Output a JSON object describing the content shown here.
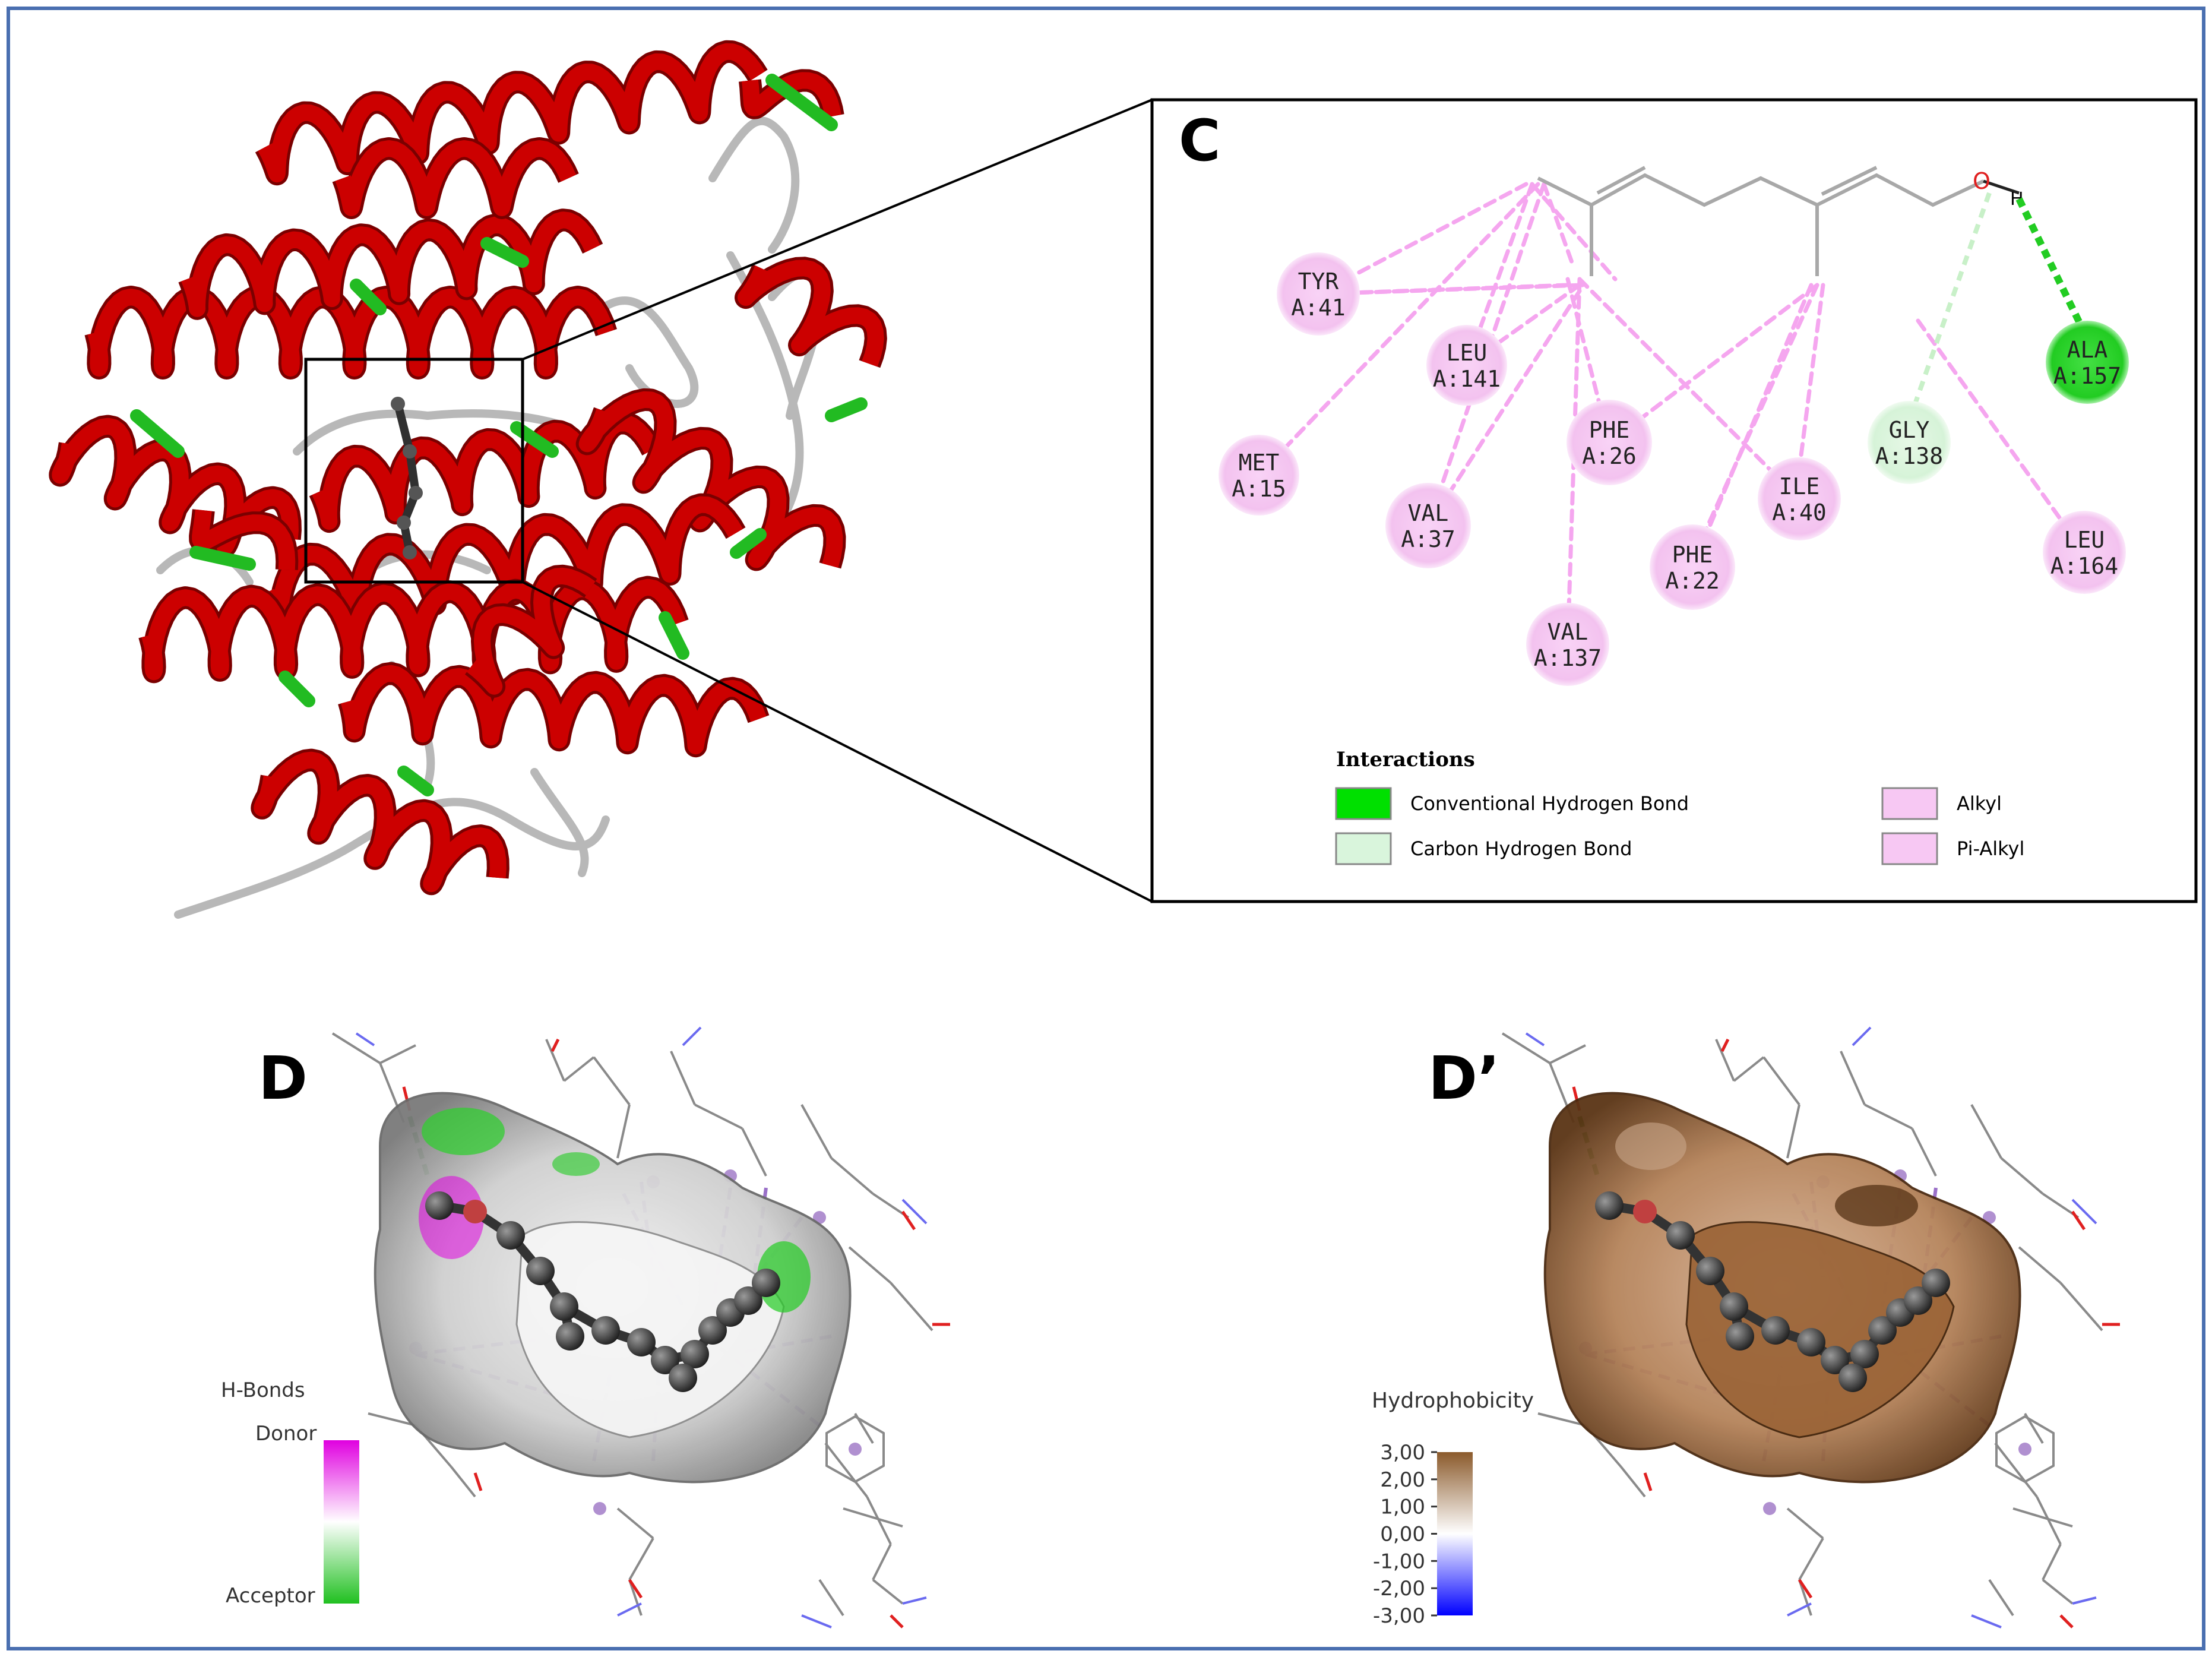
{
  "panels": {
    "c_label": "C",
    "d_label": "D",
    "dprime_label": "D’"
  },
  "residues": [
    {
      "id": "tyr41",
      "name": "TYR",
      "pos": "A:41",
      "kind": "alkyl"
    },
    {
      "id": "leu141",
      "name": "LEU",
      "pos": "A:141",
      "kind": "alkyl"
    },
    {
      "id": "met15",
      "name": "MET",
      "pos": "A:15",
      "kind": "alkyl"
    },
    {
      "id": "val37",
      "name": "VAL",
      "pos": "A:37",
      "kind": "alkyl"
    },
    {
      "id": "phe26",
      "name": "PHE",
      "pos": "A:26",
      "kind": "alkyl"
    },
    {
      "id": "val137",
      "name": "VAL",
      "pos": "A:137",
      "kind": "alkyl"
    },
    {
      "id": "phe22",
      "name": "PHE",
      "pos": "A:22",
      "kind": "alkyl"
    },
    {
      "id": "ile40",
      "name": "ILE",
      "pos": "A:40",
      "kind": "alkyl"
    },
    {
      "id": "gly138",
      "name": "GLY",
      "pos": "A:138",
      "kind": "carbon-hbond"
    },
    {
      "id": "ala157",
      "name": "ALA",
      "pos": "A:157",
      "kind": "conventional-hbond"
    },
    {
      "id": "leu164",
      "name": "LEU",
      "pos": "A:164",
      "kind": "alkyl"
    }
  ],
  "ligand": {
    "oxygen_label": "O",
    "hydrogen_label": "H"
  },
  "interactions_legend": {
    "title": "Interactions",
    "items": [
      {
        "label": "Conventional Hydrogen Bond",
        "color": "#00e000"
      },
      {
        "label": "Carbon Hydrogen Bond",
        "color": "#d9f5dc"
      },
      {
        "label": "Alkyl",
        "color": "#f7c8f3"
      },
      {
        "label": "Pi-Alkyl",
        "color": "#f7c8f3"
      }
    ]
  },
  "hbond_legend": {
    "title": "H-Bonds",
    "top": "Donor",
    "bottom": "Acceptor",
    "colors": {
      "donor": "#e000e0",
      "mid": "#ffffff",
      "acceptor": "#20c020"
    }
  },
  "hydrophobicity_legend": {
    "title": "Hydrophobicity",
    "ticks": [
      "3,00",
      "2,00",
      "1,00",
      "0,00",
      "-1,00",
      "-2,00",
      "-3,00"
    ],
    "colors": {
      "high": "#8b5a2b",
      "mid": "#ffffff",
      "low": "#0000ff"
    }
  },
  "colors": {
    "frame": "#4a6fb0",
    "helix": "#cc0000",
    "coil": "#b8b8b8",
    "turn": "#22bb22",
    "ligand": "#404040",
    "alkyl_line": "#f5a6ef",
    "hbond_line": "#22cc22"
  }
}
